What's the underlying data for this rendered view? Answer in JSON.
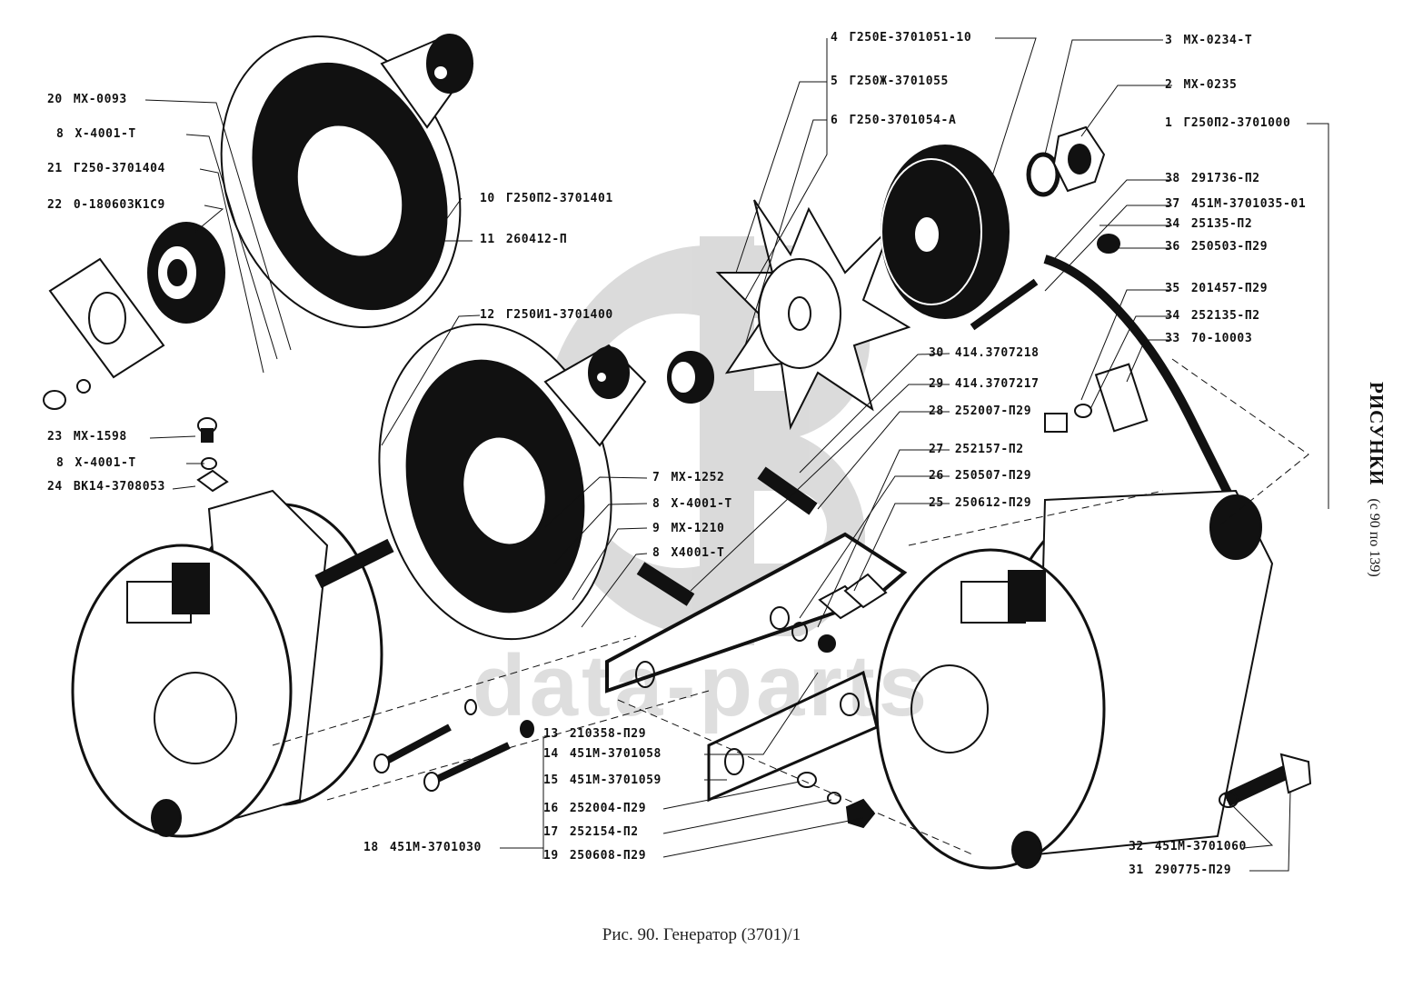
{
  "figure": {
    "caption": "Рис. 90. Генератор (3701)/1",
    "side_title": "РИСУНКИ",
    "side_subtitle": "(с 90 по 139)",
    "watermark_text": "data-parts",
    "watermark_logo": "GB"
  },
  "callouts": [
    {
      "num": "20",
      "code": "МХ-0093"
    },
    {
      "num": "8",
      "code": "Х-4001-Т"
    },
    {
      "num": "21",
      "code": "Г250-3701404"
    },
    {
      "num": "22",
      "code": "0-180603К1С9"
    },
    {
      "num": "23",
      "code": "МХ-1598"
    },
    {
      "num": "8",
      "code": "Х-4001-Т"
    },
    {
      "num": "24",
      "code": "ВК14-3708053"
    },
    {
      "num": "10",
      "code": "Г250П2-3701401"
    },
    {
      "num": "11",
      "code": "260412-П"
    },
    {
      "num": "12",
      "code": "Г250И1-3701400"
    },
    {
      "num": "7",
      "code": "МХ-1252"
    },
    {
      "num": "8",
      "code": "Х-4001-Т"
    },
    {
      "num": "9",
      "code": "МХ-1210"
    },
    {
      "num": "8",
      "code": "Х4001-Т"
    },
    {
      "num": "4",
      "code": "Г250Е-3701051-10"
    },
    {
      "num": "5",
      "code": "Г250Ж-3701055"
    },
    {
      "num": "6",
      "code": "Г250-3701054-А"
    },
    {
      "num": "3",
      "code": "МХ-0234-Т"
    },
    {
      "num": "2",
      "code": "МХ-0235"
    },
    {
      "num": "1",
      "code": "Г250П2-3701000"
    },
    {
      "num": "38",
      "code": "291736-П2"
    },
    {
      "num": "37",
      "code": "451М-3701035-01"
    },
    {
      "num": "34",
      "code": "25135-П2"
    },
    {
      "num": "36",
      "code": "250503-П29"
    },
    {
      "num": "35",
      "code": "201457-П29"
    },
    {
      "num": "34",
      "code": "252135-П2"
    },
    {
      "num": "33",
      "code": "70-10003"
    },
    {
      "num": "30",
      "code": "414.3707218"
    },
    {
      "num": "29",
      "code": "414.3707217"
    },
    {
      "num": "28",
      "code": "252007-П29"
    },
    {
      "num": "27",
      "code": "252157-П2"
    },
    {
      "num": "26",
      "code": "250507-П29"
    },
    {
      "num": "25",
      "code": "250612-П29"
    },
    {
      "num": "13",
      "code": "210358-П29"
    },
    {
      "num": "14",
      "code": "451М-3701058"
    },
    {
      "num": "15",
      "code": "451М-3701059"
    },
    {
      "num": "16",
      "code": "252004-П29"
    },
    {
      "num": "17",
      "code": "252154-П2"
    },
    {
      "num": "19",
      "code": "250608-П29"
    },
    {
      "num": "18",
      "code": "451М-3701030"
    },
    {
      "num": "32",
      "code": "451М-3701060"
    },
    {
      "num": "31",
      "code": "290775-П29"
    }
  ]
}
